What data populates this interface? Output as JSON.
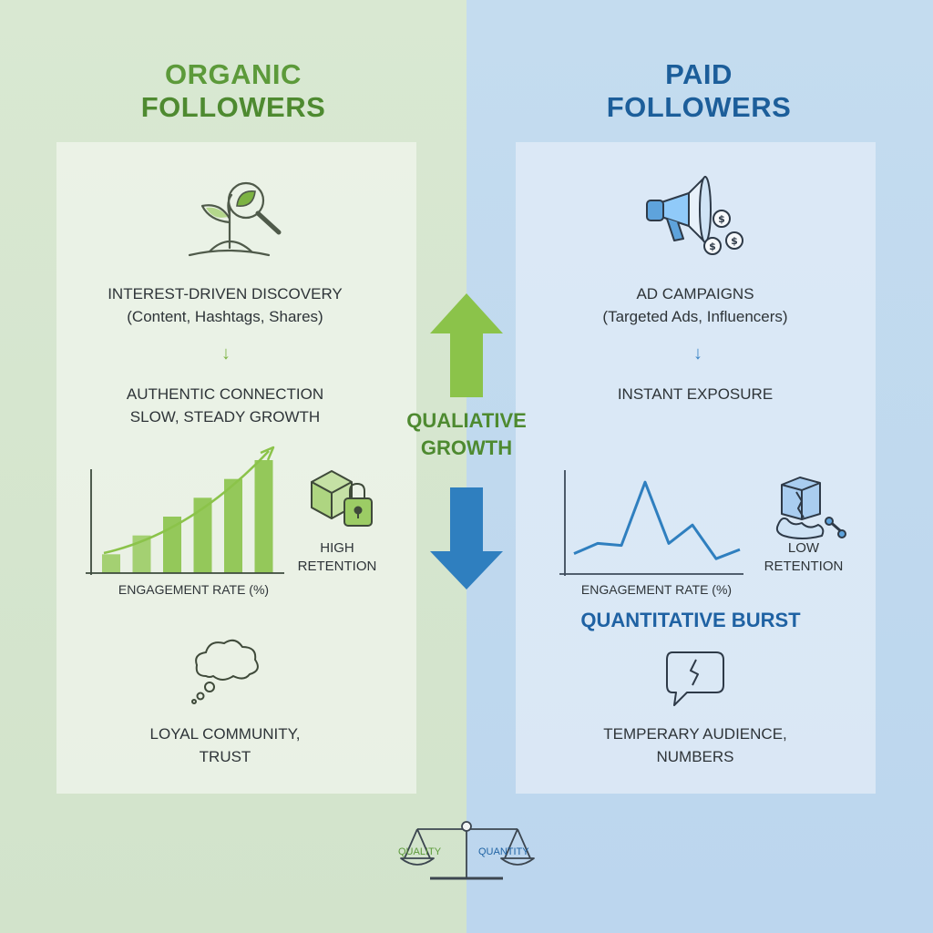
{
  "organic": {
    "title_line1": "ORGANIC",
    "title_line2": "FOLLOWERS",
    "discovery_line1": "INTEREST-DRIVEN DISCOVERY",
    "discovery_line2": "(Content, Hashtags, Shares)",
    "connection_line1": "AUTHENTIC CONNECTION",
    "connection_line2": "SLOW, STEADY GROWTH",
    "retention_line1": "HIGH",
    "retention_line2": "RETENTION",
    "community_line1": "LOYAL COMMUNITY,",
    "community_line2": "TRUST",
    "icons": [
      "plant-magnifier-icon",
      "box-lock-icon",
      "thought-cloud-icon"
    ]
  },
  "paid": {
    "title_line1": "PAID",
    "title_line2": "FOLLOWERS",
    "campaign_line1": "AD CAMPAIGNS",
    "campaign_line2": "(Targeted Ads, Influencers)",
    "exposure": "INSTANT EXPOSURE",
    "retention_line1": "LOW",
    "retention_line2": "RETENTION",
    "burst": "QUANTITATIVE BURST",
    "audience_line1": "TEMPERARY AUDIENCE,",
    "audience_line2": "NUMBERS",
    "icons": [
      "megaphone-coins-icon",
      "melting-box-icon",
      "speech-bubble-icon"
    ]
  },
  "center": {
    "line1": "QUALIATIVE",
    "line2": "GROWTH"
  },
  "scale": {
    "left": "QUALITY",
    "right": "QUANTITY"
  },
  "chart_data": [
    {
      "type": "bar",
      "xlabel": "ENGAGEMENT RATE (%)",
      "values": [
        1,
        2,
        3,
        4,
        5,
        6
      ],
      "trend": "rising arrow"
    },
    {
      "type": "line",
      "xlabel": "ENGAGEMENT RATE (%)",
      "values": [
        2,
        3,
        2.8,
        9,
        3,
        4.8,
        1.5,
        2.4
      ]
    }
  ],
  "colors": {
    "green": "#5c9a3a",
    "green_arrow": "#8bc34a",
    "blue": "#1f62a3",
    "blue_arrow": "#2f7fbf",
    "text": "#2e3438"
  }
}
